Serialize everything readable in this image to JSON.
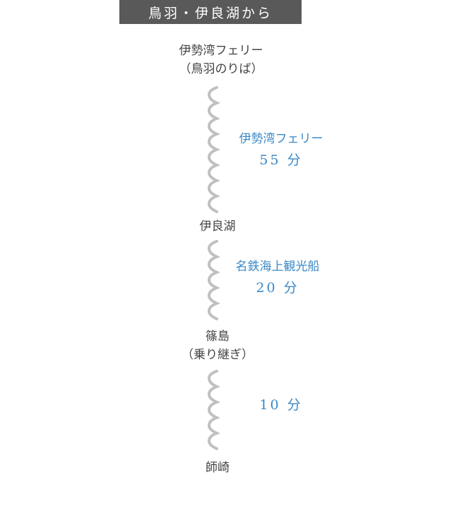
{
  "header": {
    "title": "鳥羽・伊良湖から"
  },
  "stations": [
    {
      "name": "伊勢湾フェリー",
      "sub": "（鳥羽のりば）"
    },
    {
      "name": "伊良湖",
      "sub": ""
    },
    {
      "name": "篠島",
      "sub": "（乗り継ぎ）"
    },
    {
      "name": "師崎",
      "sub": ""
    }
  ],
  "routes": [
    {
      "carrier": "伊勢湾フェリー",
      "duration": "55 分",
      "arcs": 8
    },
    {
      "carrier": "名鉄海上観光船",
      "duration": "20 分",
      "arcs": 5
    },
    {
      "carrier": "",
      "duration": "10 分",
      "arcs": 5
    }
  ],
  "colors": {
    "header_bg": "#595959",
    "station_text": "#444444",
    "route_text": "#3a88c6",
    "wave_line": "#c0c0c0"
  }
}
